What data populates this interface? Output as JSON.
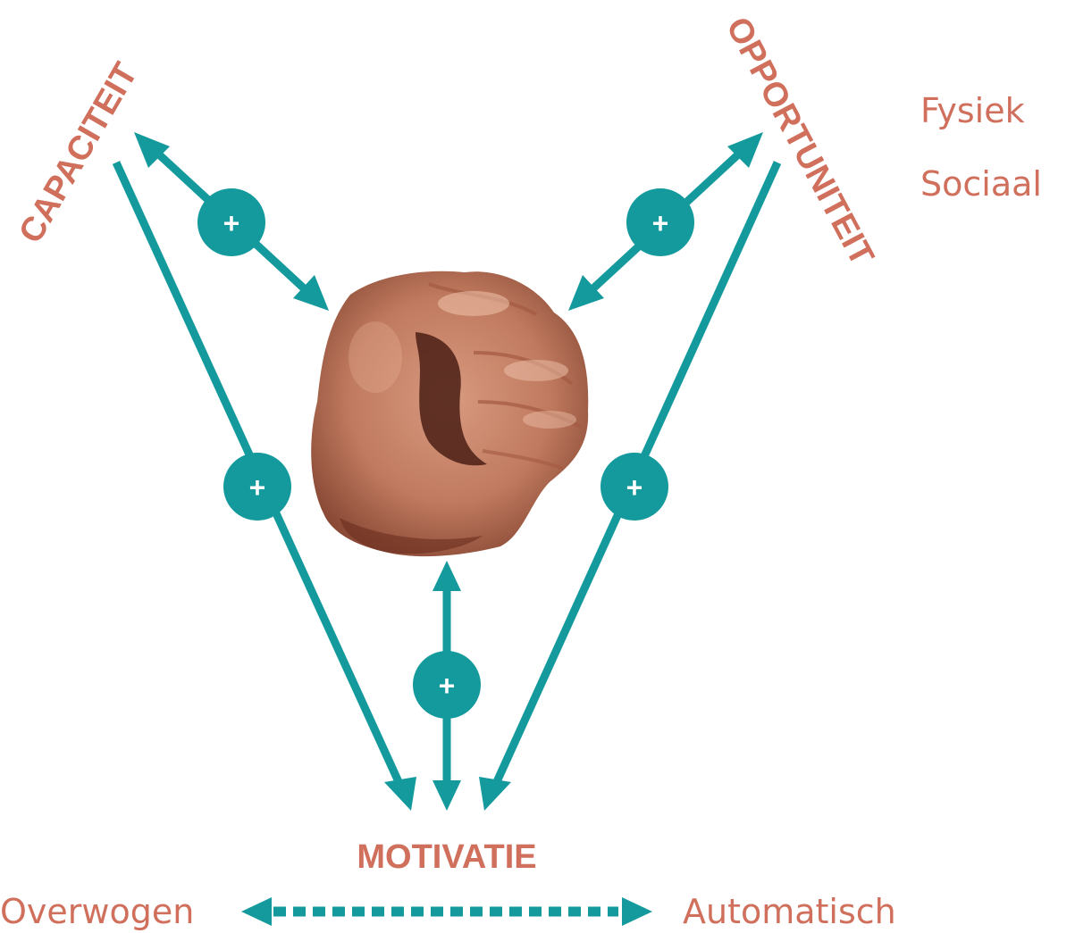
{
  "colors": {
    "teal": "#149a9d",
    "label": "#d0705c",
    "plus_text": "#ffffff"
  },
  "labels": {
    "capaciteit": "CAPACITEIT",
    "opportuniteit": "OPPORTUNITEIT",
    "motivatie": "MOTIVATIE",
    "fysiek": "Fysiek",
    "sociaal": "Sociaal",
    "overwogen": "Overwogen",
    "automatisch": "Automatisch"
  },
  "plus_symbol": "+",
  "center_image": "clenched-fist",
  "icons": {
    "plus": "plus-icon",
    "arrowhead": "arrowhead-icon"
  }
}
